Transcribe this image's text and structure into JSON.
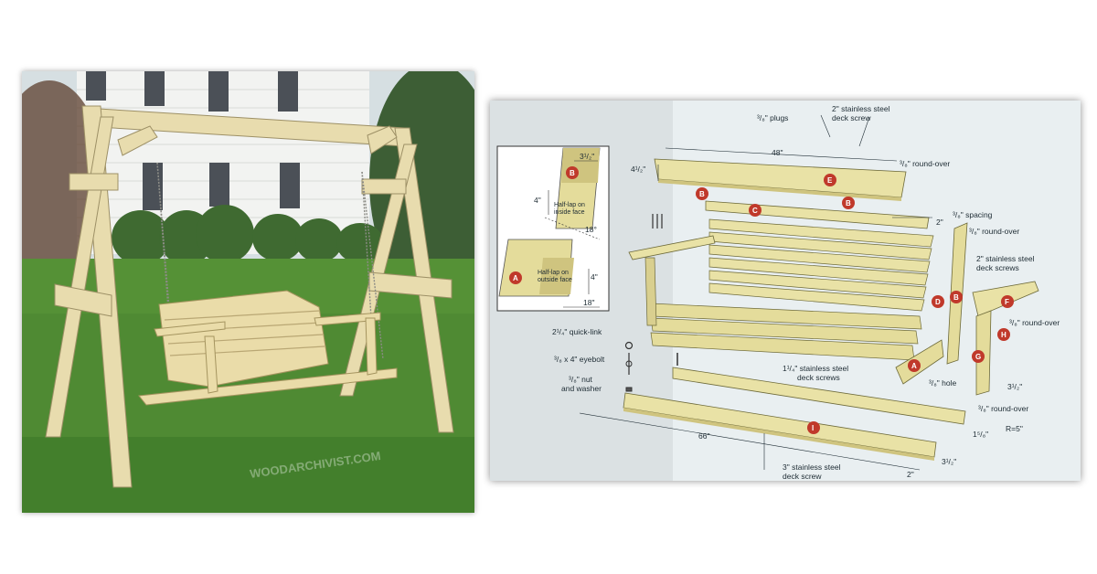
{
  "photo": {
    "watermark": "WOODARCHIVIST.COM"
  },
  "inset": {
    "dim_top": "3¹/₂\"",
    "dim_left": "4\"",
    "label_inside": "Half-lap on inside face",
    "dim_angle": "18°",
    "dim_right": "4\"",
    "label_outside": "Half-lap on outside face",
    "dim_bottom": "18\"",
    "badge_top": "B",
    "badge_bottom": "A"
  },
  "labels": {
    "plugs": "³/₈\" plugs",
    "deck_screw_top_1": "2\" stainless steel",
    "deck_screw_top_2": "deck screw",
    "width_48": "48\"",
    "height_4_5": "4¹/₂\"",
    "roundover_top": "³/₈\" round-over",
    "spacing_2": "2\"",
    "spacing_3_8": "³/₈\" spacing",
    "roundover_back": "³/₈\" round-over",
    "deck_screws_2_1": "2\" stainless steel",
    "deck_screws_2_2": "deck screws",
    "roundover_arm": "³/₈\" round-over",
    "quicklink": "2¹/₄\" quick-link",
    "eyebolt": "³/₈ x 4\" eyebolt",
    "nut_1": "³/₈\" nut",
    "nut_2": "and washer",
    "deck_screws_114_1": "1¹/₄\" stainless steel",
    "deck_screws_114_2": "deck screws",
    "hole": "³/₈\" hole",
    "dim_3_5": "3¹/₂\"",
    "roundover_bottom": "³/₈\" round-over",
    "dim_1_58": "1⁵/₈\"",
    "radius": "R=5\"",
    "length_66": "66\"",
    "deck_screw_bot_1": "3\" stainless steel",
    "deck_screw_bot_2": "deck screw",
    "dim_2": "2\"",
    "dim_3_5_bottom": "3¹/₂\""
  },
  "badges": {
    "A": "A",
    "B": "B",
    "C": "C",
    "D": "D",
    "E": "E",
    "F": "F",
    "G": "G",
    "H": "H",
    "I": "I"
  },
  "colors": {
    "badge": "#c0392b",
    "wood": "#e9e2a6",
    "wood_shade": "#cfc47f",
    "wood_edge": "#6d6a3a"
  }
}
